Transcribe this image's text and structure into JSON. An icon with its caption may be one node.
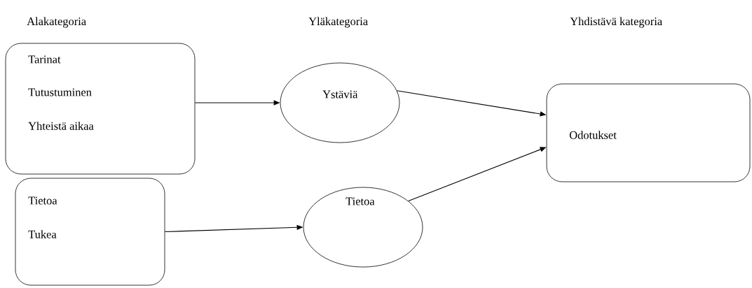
{
  "diagram": {
    "nodes": [
      {
        "text": [
          "Tarinat",
          "Tutustuminen",
          "Yhteistä aikaa"
        ]
      },
      {
        "text": [
          "Tietoa",
          "Tukea"
        ]
      },
      {
        "text": [
          "Ystäviä"
        ]
      },
      {
        "text": [
          "Tietoa"
        ]
      },
      {
        "text": [
          "Odotukset"
        ]
      }
    ],
    "edges": [
      {
        "from": 0,
        "to": 2,
        "arrow": "to"
      },
      {
        "from": 1,
        "to": 3,
        "arrow": "to"
      },
      {
        "from": 2,
        "to": 4,
        "arrow": "to"
      },
      {
        "from": 3,
        "to": 4,
        "arrow": "to"
      }
    ],
    "labels": [
      "Alakategoria",
      "Yläkategoria",
      "Yhdistävä kategoria"
    ]
  }
}
